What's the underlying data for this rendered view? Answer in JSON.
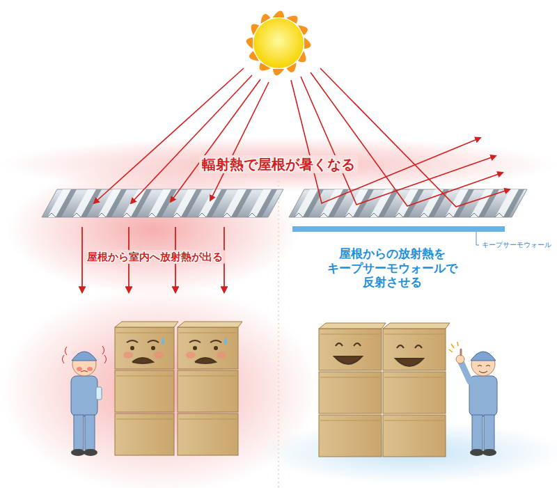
{
  "diagram": {
    "labels": [
      "輻射熱で屋根が暑くなる",
      "屋根から室内へ放射熱が出る",
      "キープサーモウォール",
      "屋根からの放射熱を キープサーモウォールで 反射させる"
    ]
  }
}
